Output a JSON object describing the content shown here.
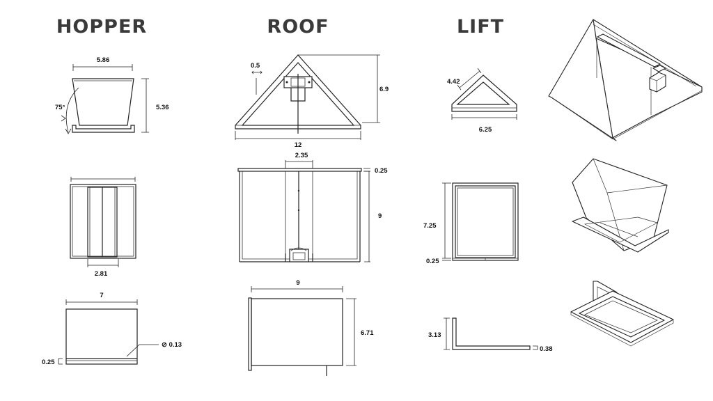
{
  "titles": {
    "hopper": "HOPPER",
    "roof": "ROOF",
    "lift": "LIFT"
  },
  "dimensions": {
    "hopper_top_width": "5.86",
    "hopper_angle": "75°",
    "hopper_height": "5.36",
    "hopper_inner_width": "2.81",
    "hopper_base_width": "7",
    "hopper_rod_diameter": "⊘ 0.13",
    "hopper_base_thickness": "0.25",
    "roof_offset": "0.5",
    "roof_height": "6.9",
    "roof_width": "12",
    "roof_channel_width": "2.35",
    "roof_edge_thickness": "0.25",
    "roof_depth": "9",
    "roof_side_width": "9",
    "roof_side_height": "6.71",
    "lift_side": "4.42",
    "lift_width": "6.25",
    "lift_height": "7.25",
    "lift_frame_thickness": "0.25",
    "lift_leg_height": "3.13",
    "lift_bar_thickness": "0.38"
  }
}
